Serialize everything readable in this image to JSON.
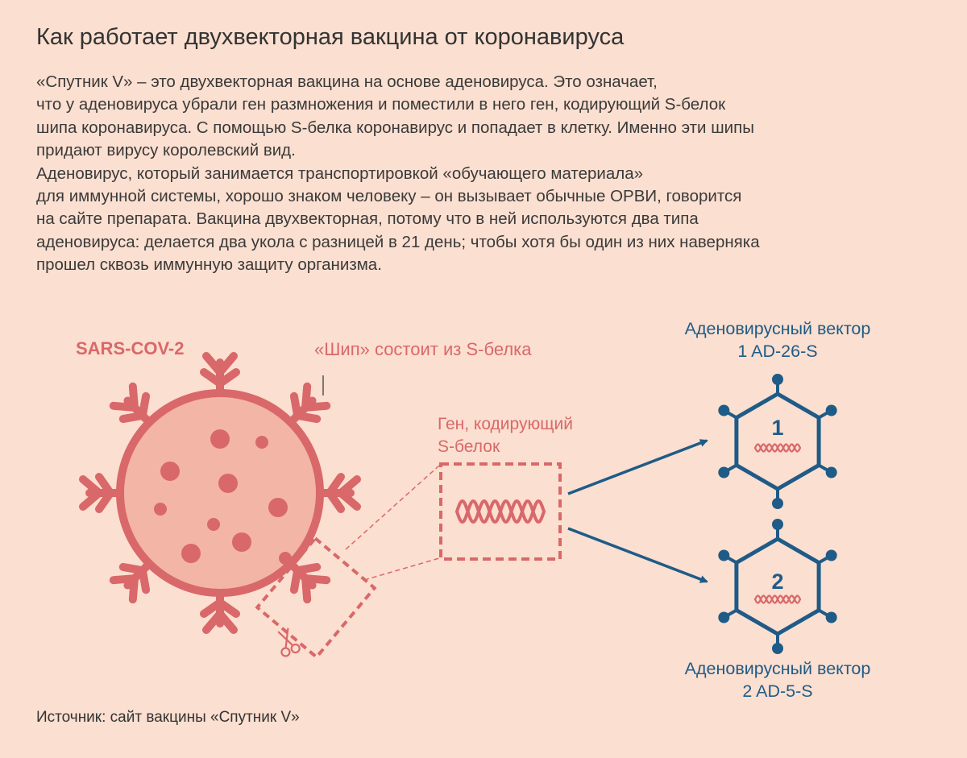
{
  "title": "Как работает двухвекторная вакцина от коронавируса",
  "intro": [
    "«Спутник V» – это двухвекторная вакцина на основе аденовируса. Это означает,",
    "что у аденовируса убрали ген размножения и поместили в него ген, кодирующий S-белок",
    "шипа коронавируса. С помощью S-белка коронавирус и попадает в клетку. Именно эти шипы",
    "придают вирусу королевский вид.",
    "Аденовирус, который занимается транспортировкой «обучающего материала»",
    "для иммунной системы, хорошо знаком человеку – он вызывает обычные ОРВИ, говорится",
    "на сайте препарата. Вакцина двухвекторная, потому что в ней используются два типа",
    "аденовируса: делается два укола с разницей в 21 день; чтобы хотя бы один из них наверняка",
    "прошел сквозь иммунную защиту организма."
  ],
  "virus": {
    "label": "SARS-COV-2",
    "color": "#d9686a"
  },
  "spike": {
    "label": "«Шип» состоит из S-белка"
  },
  "gene": {
    "label_line1": "Ген, кодирующий",
    "label_line2": "S-белок"
  },
  "vectors": [
    {
      "label_line1": "Аденовирусный вектор",
      "label_line2": "1 AD-26-S",
      "number": "1"
    },
    {
      "label_line1": "Аденовирусный вектор",
      "label_line2": "2 AD-5-S",
      "number": "2"
    }
  ],
  "vector_color": "#1f5b87",
  "scissors_icon": "scissors-icon",
  "source": "Источник: сайт вакцины «Спутник V»"
}
